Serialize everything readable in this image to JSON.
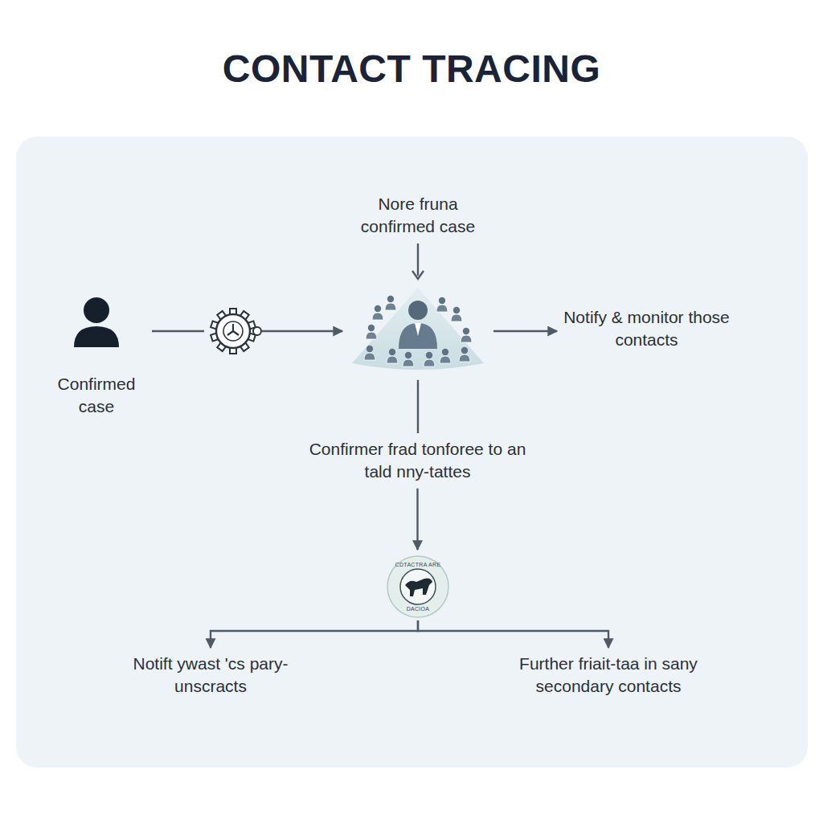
{
  "diagram": {
    "title": "CONTACT TRACING",
    "nodes": [
      {
        "text": [
          "Confirmed case"
        ]
      },
      {
        "text": [
          "Nore fruna confirmed case"
        ]
      },
      {
        "text": [
          "Notify & monitor those contacts"
        ]
      },
      {
        "text": [
          "Confirmer frad tonforee to an tald nny-tattes"
        ]
      },
      {
        "text": [
          "CDTACTRA ARE",
          "DACIOA"
        ]
      },
      {
        "text": [
          "Notift ywast 'cs pary- unscracts"
        ]
      },
      {
        "text": [
          "Further friait-taa in sany secondary contacts"
        ]
      }
    ],
    "edges": [
      {
        "from": 0,
        "to": 1,
        "arrow": "to"
      },
      {
        "from": 1,
        "to": 2,
        "arrow": "to"
      },
      {
        "from": 1,
        "to": 3,
        "arrow": "none"
      },
      {
        "from": 3,
        "to": 4,
        "arrow": "to"
      },
      {
        "from": 4,
        "to": 5,
        "arrow": "to"
      },
      {
        "from": 4,
        "to": 6,
        "arrow": "to"
      }
    ]
  }
}
